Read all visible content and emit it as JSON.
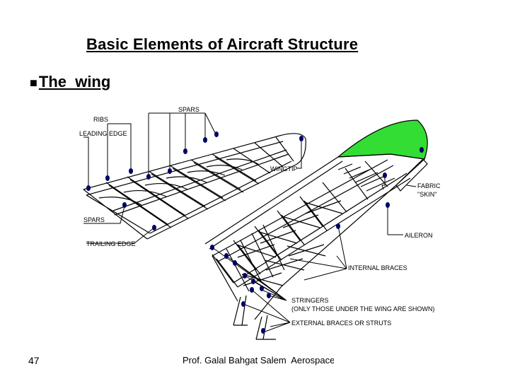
{
  "slide": {
    "title": "Basic Elements of Aircraft Structure",
    "bullet": {
      "glyph": "■",
      "text": "The  wing"
    },
    "footer": {
      "page_number": "47",
      "author": "Prof. Galal Bahgat Salem  Aerospace"
    }
  },
  "diagram": {
    "labels": {
      "spars_top": "SPARS",
      "ribs": "RIBS",
      "leading_edge": "LEADING EDGE",
      "wingtip": "WINGTIP",
      "spars_left": "SPARS",
      "trailing_edge": "TRAILING EDGE",
      "fabric": "FABRIC",
      "skin": "\"SKIN\"",
      "aileron": "AILERON",
      "internal_braces": "INTERNAL BRACES",
      "stringers": "STRINGERS",
      "stringers_note": "(ONLY THOSE UNDER THE WING ARE SHOWN)",
      "external_braces": "EXTERNAL BRACES OR STRUTS"
    },
    "colors": {
      "wingtip_skin": "#33dd33",
      "callout_dot": "#000066",
      "line": "#000000"
    }
  }
}
